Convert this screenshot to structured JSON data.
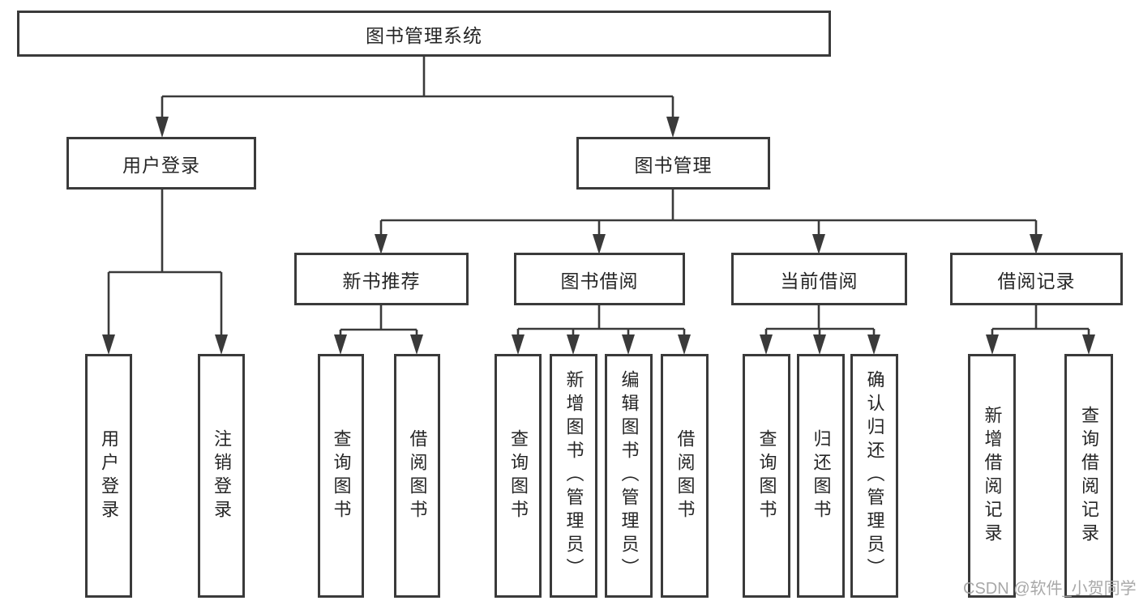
{
  "diagram": {
    "title": "图书管理系统",
    "type": "hierarchy-tree",
    "colors": {
      "line": "#3a3a3a",
      "box_border": "#3a3a3a",
      "box_fill": "#ffffff",
      "text": "#262626",
      "watermark": "#a8a8a8",
      "background": "#ffffff"
    },
    "tree": {
      "root": {
        "label": "图书管理系统",
        "children": [
          {
            "label": "用户登录",
            "children": [
              {
                "label": "用户登录"
              },
              {
                "label": "注销登录"
              }
            ]
          },
          {
            "label": "图书管理",
            "children": [
              {
                "label": "新书推荐",
                "children": [
                  {
                    "label": "查询图书"
                  },
                  {
                    "label": "借阅图书"
                  }
                ]
              },
              {
                "label": "图书借阅",
                "children": [
                  {
                    "label": "查询图书"
                  },
                  {
                    "label": "新增图书（管理员）"
                  },
                  {
                    "label": "编辑图书（管理员）"
                  },
                  {
                    "label": "借阅图书"
                  }
                ]
              },
              {
                "label": "当前借阅",
                "children": [
                  {
                    "label": "查询图书"
                  },
                  {
                    "label": "归还图书"
                  },
                  {
                    "label": "确认归还（管理员）"
                  }
                ]
              },
              {
                "label": "借阅记录",
                "children": [
                  {
                    "label": "新增借阅记录"
                  },
                  {
                    "label": "查询借阅记录"
                  }
                ]
              }
            ]
          }
        ]
      }
    },
    "watermark": {
      "text": "CSDN @软件_小贺同学"
    }
  }
}
